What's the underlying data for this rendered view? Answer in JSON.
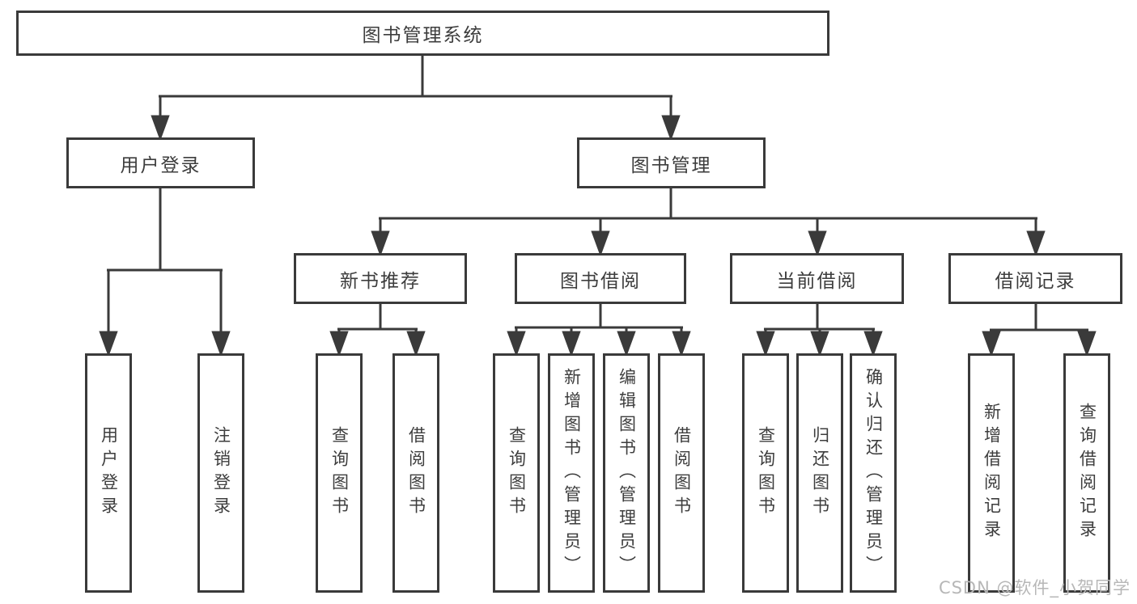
{
  "tree": {
    "root": {
      "label": "图书管理系统",
      "children": [
        {
          "label": "用户登录",
          "children": [
            {
              "label": "用户登录"
            },
            {
              "label": "注销登录"
            }
          ]
        },
        {
          "label": "图书管理",
          "children": [
            {
              "label": "新书推荐",
              "children": [
                {
                  "label": "查询图书"
                },
                {
                  "label": "借阅图书"
                }
              ]
            },
            {
              "label": "图书借阅",
              "children": [
                {
                  "label": "查询图书"
                },
                {
                  "label": "新增图书（管理员）"
                },
                {
                  "label": "编辑图书（管理员）"
                },
                {
                  "label": "借阅图书"
                }
              ]
            },
            {
              "label": "当前借阅",
              "children": [
                {
                  "label": "查询图书"
                },
                {
                  "label": "归还图书"
                },
                {
                  "label": "确认归还（管理员）"
                }
              ]
            },
            {
              "label": "借阅记录",
              "children": [
                {
                  "label": "新增借阅记录"
                },
                {
                  "label": "查询借阅记录"
                }
              ]
            }
          ]
        }
      ]
    }
  },
  "watermark": "CSDN @软件_小贺同学",
  "colors": {
    "line": "#3a3a3a",
    "text": "#3d3d3d",
    "watermark": "#b7b7b7",
    "background": "#ffffff"
  }
}
